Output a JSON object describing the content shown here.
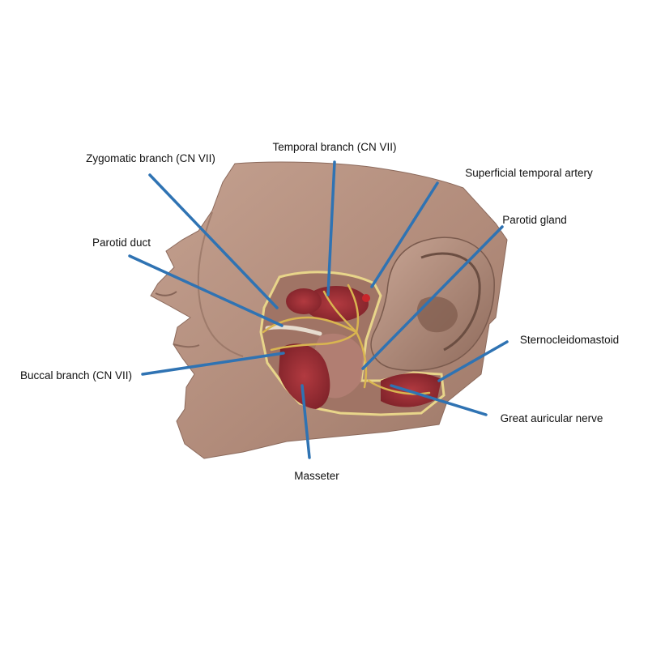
{
  "colors": {
    "leader_line": "#2f73b3",
    "skin": "#b99583",
    "skin_shadow": "#8c6a5c",
    "muscle": "#9a2f36",
    "gland": "#b27f73",
    "nerve": "#d9b550",
    "background": "#ffffff"
  },
  "labels": {
    "temporal_branch": "Temporal branch (CN VII)",
    "zygomatic_branch": "Zygomatic branch (CN VII)",
    "superficial_temporal_artery": "Superficial temporal artery",
    "parotid_gland": "Parotid gland",
    "parotid_duct": "Parotid duct",
    "sternocleidomastoid": "Sternocleidomastoid",
    "buccal_branch": "Buccal branch (CN VII)",
    "great_auricular_nerve": "Great auricular nerve",
    "masseter": "Masseter"
  }
}
